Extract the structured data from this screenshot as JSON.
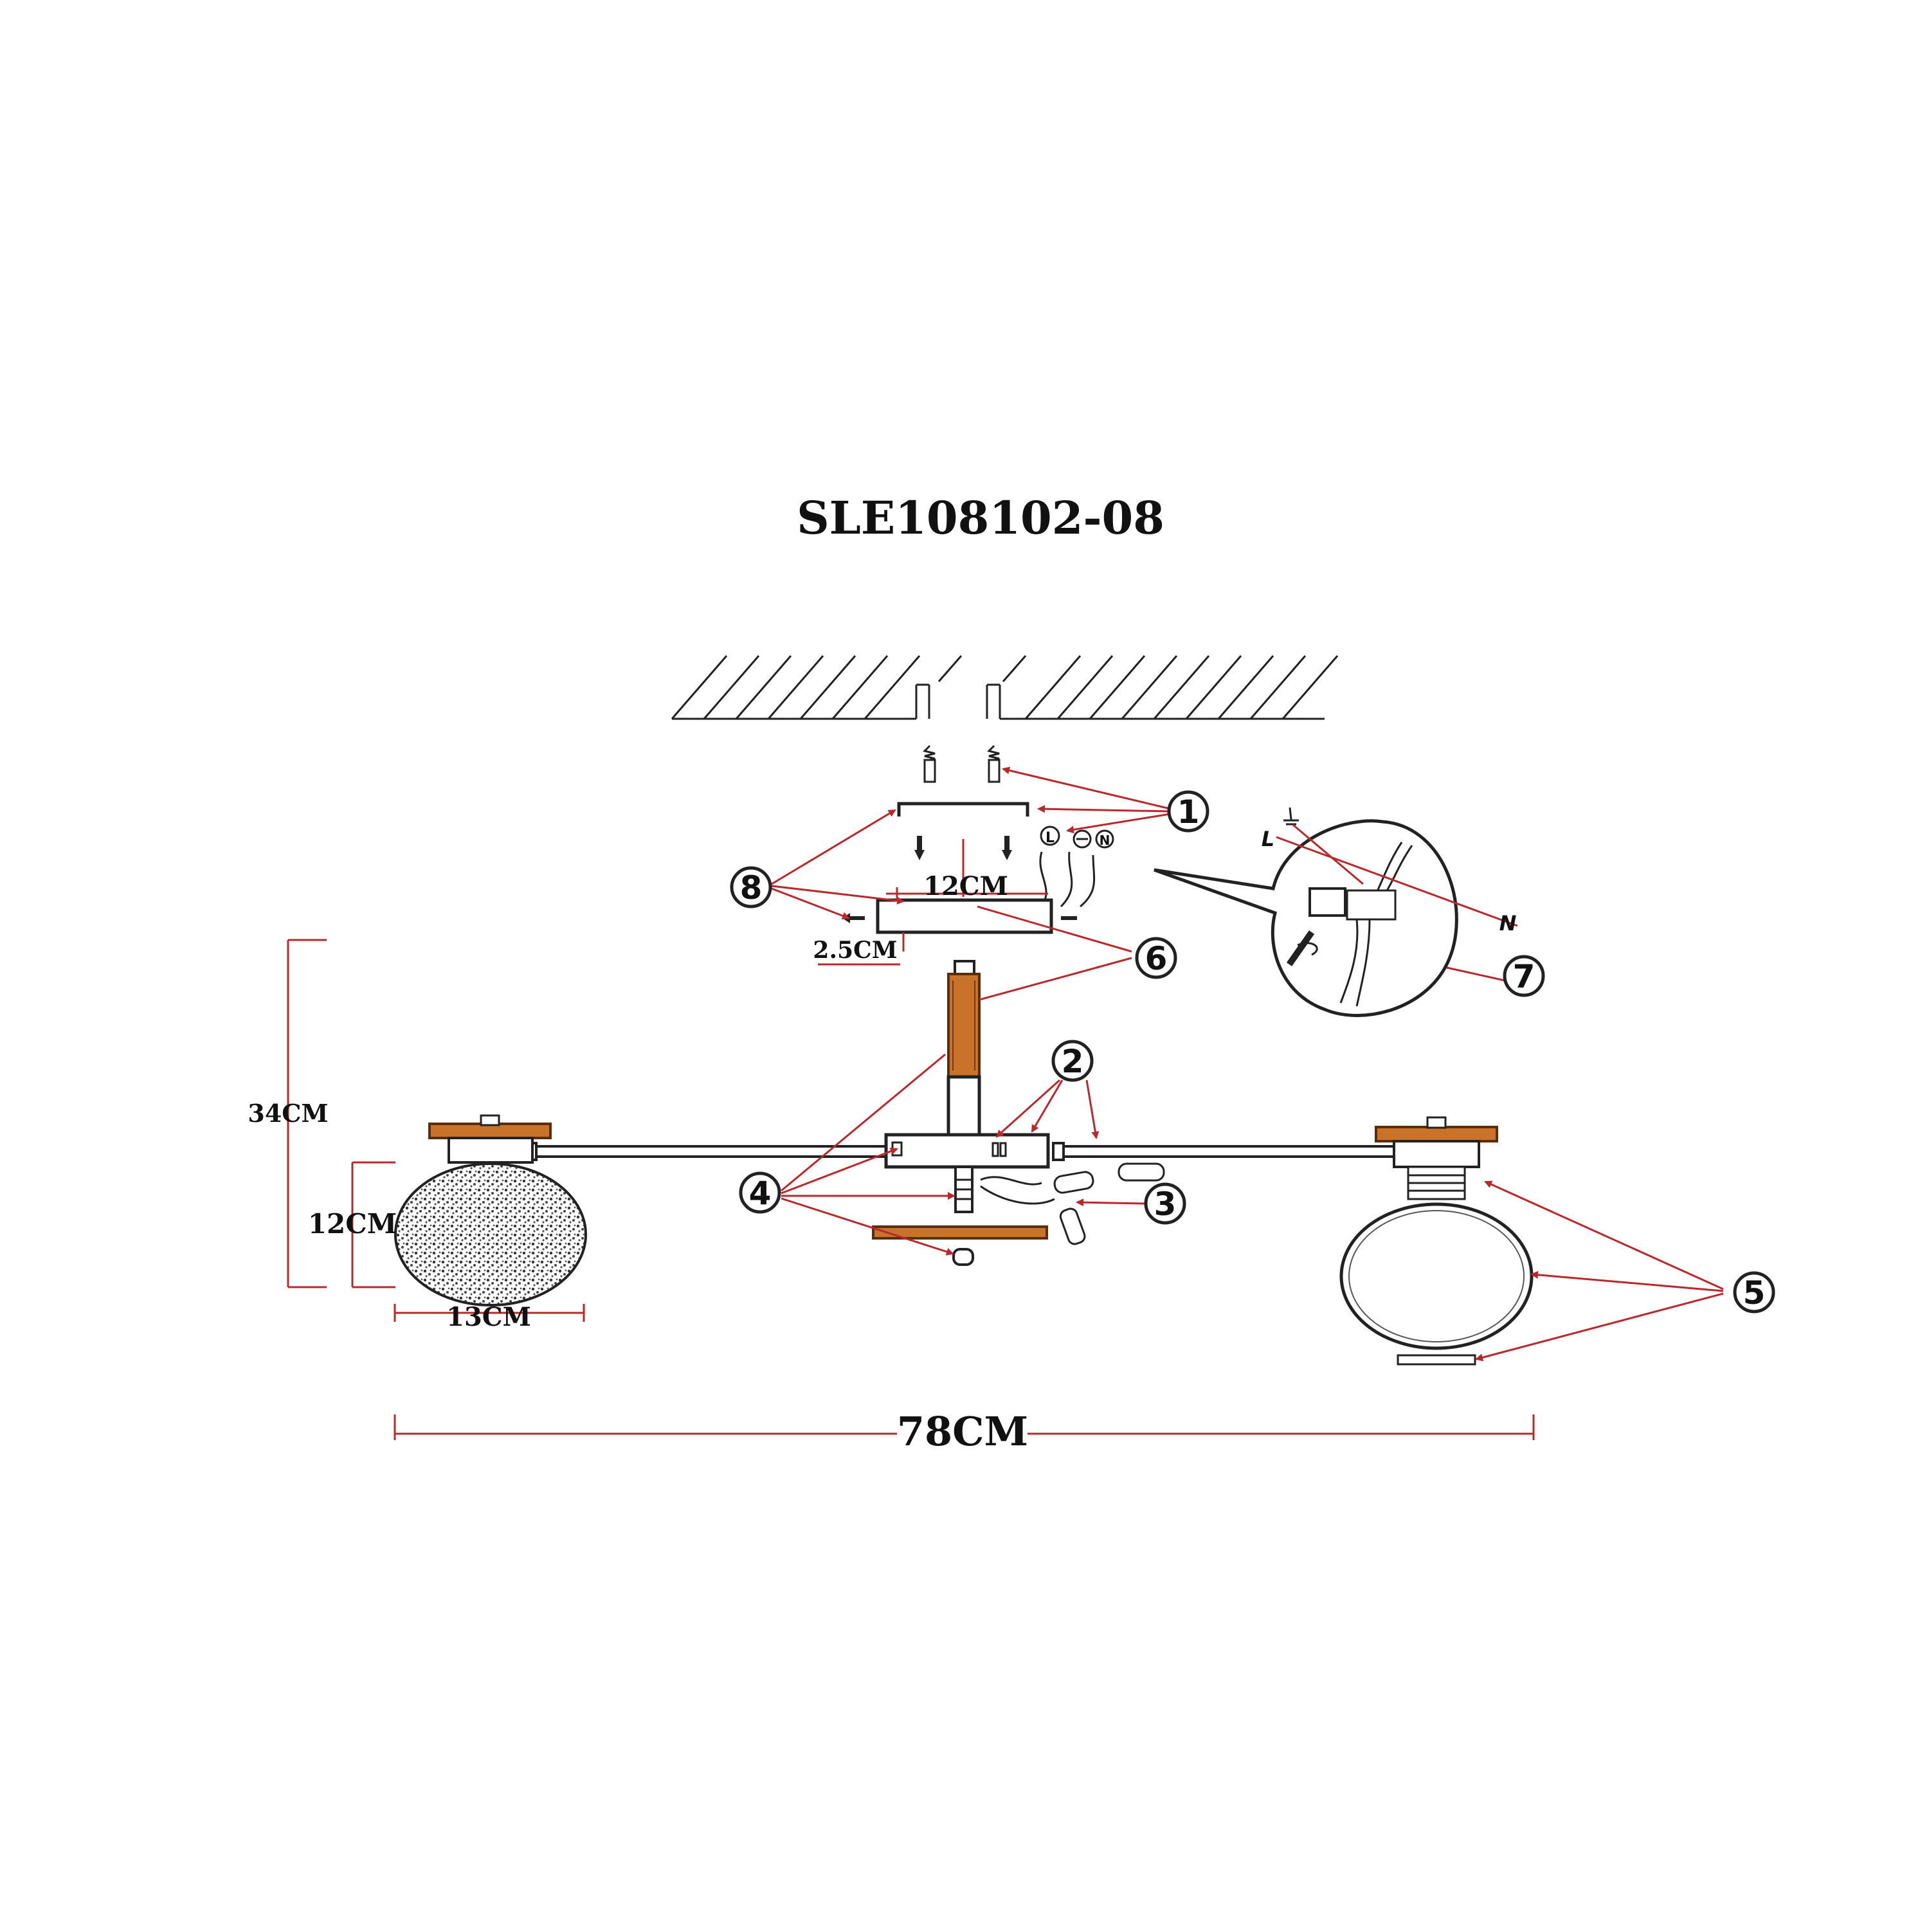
{
  "title": "SLE108102-08",
  "dimensions": {
    "height_total": "34CM",
    "shade_height": "12CM",
    "shade_width": "13CM",
    "total_width": "78CM",
    "canopy_width": "12CM",
    "canopy_height": "2.5CM"
  },
  "callouts": [
    "1",
    "2",
    "3",
    "4",
    "5",
    "6",
    "7",
    "8"
  ],
  "wiring": {
    "terminal_l": "L",
    "terminal_n": "N",
    "small_l": "L",
    "small_n": "N"
  },
  "colors": {
    "leader": "#b8282c",
    "wood": "#c8722a",
    "ink": "#222222"
  }
}
